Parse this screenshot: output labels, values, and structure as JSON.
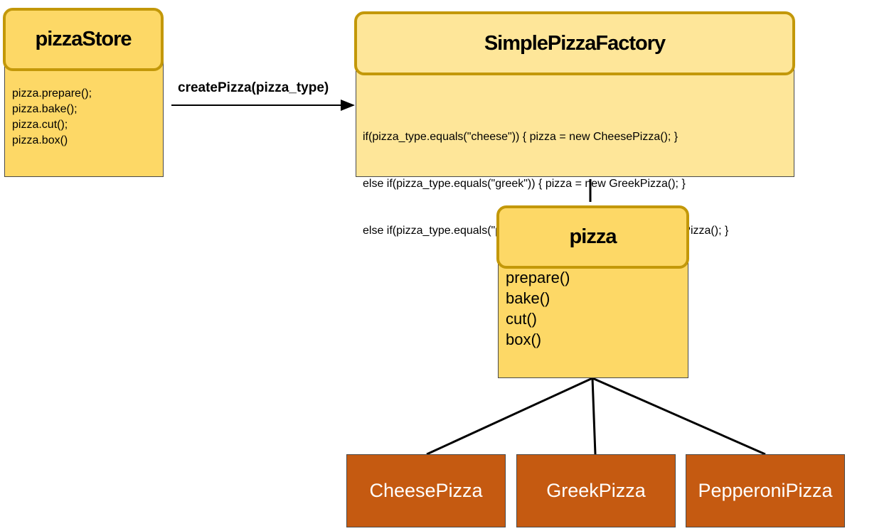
{
  "pizza_store": {
    "title": "pizzaStore",
    "methods": [
      "pizza.prepare();",
      "pizza.bake();",
      "pizza.cut();",
      "pizza.box()"
    ]
  },
  "arrow": {
    "label": "createPizza(pizza_type)"
  },
  "factory": {
    "title": "SimplePizzaFactory",
    "code": [
      "if(pizza_type.equals(\"cheese\")) { pizza = new CheesePizza(); }",
      "else if(pizza_type.equals(\"greek\")) { pizza = new GreekPizza(); }",
      "else if(pizza_type.equals(\"pepperoni\")) { pizza = new PepperoniPizza(); }"
    ]
  },
  "pizza": {
    "title": "pizza",
    "methods": [
      "prepare()",
      "bake()",
      "cut()",
      "box()"
    ]
  },
  "subclasses": [
    "CheesePizza",
    "GreekPizza",
    "PepperoniPizza"
  ],
  "colors": {
    "header_border": "#c39809",
    "store_fill": "#fdd866",
    "factory_fill": "#fee699",
    "subclass_fill": "#c55a11",
    "subclass_text": "#ffffff"
  }
}
